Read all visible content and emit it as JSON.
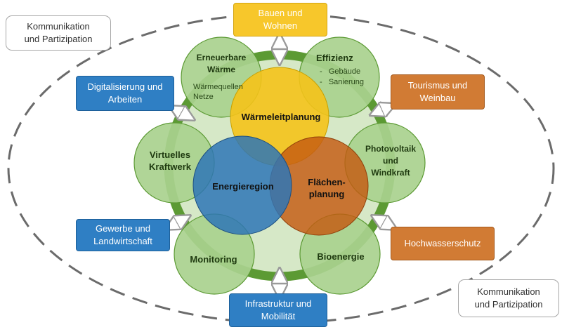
{
  "outer_ellipse": {
    "label_top_left": "Kommunikation\nund Partizipation",
    "label_bottom_right": "Kommunikation\nund Partizipation"
  },
  "sectors": {
    "bauen": "Bauen und\nWohnen",
    "digitalisierung": "Digitalisierung und\nArbeiten",
    "tourismus": "Tourismus und\nWeinbau",
    "gewerbe": "Gewerbe und\nLandwirtschaft",
    "hochwasser": "Hochwasserschutz",
    "infrastruktur": "Infrastruktur und\nMobilität"
  },
  "ring_topics": {
    "erneuerbare_title": "Erneuerbare\nWärme",
    "erneuerbare_detail": "Wärmequellen\nNetze",
    "effizienz_title": "Effizienz",
    "effizienz_items": [
      "Gebäude",
      "Sanierung"
    ],
    "virtuelles": "Virtuelles\nKraftwerk",
    "photovoltaik": "Photovoltaik\nund\nWindkraft",
    "monitoring": "Monitoring",
    "bioenergie": "Bioenergie"
  },
  "core": {
    "waermeleitplanung": "Wärmeleitplanung",
    "energieregion": "Energieregion",
    "flaechenplanung": "Flächen-\nplanung"
  },
  "colors": {
    "ring_green": "#5c9a34",
    "circle_green": "#a9d18e",
    "core_yellow": "#f5c319",
    "core_blue": "#2e75b6",
    "core_orange": "#c55a11",
    "sector_blue": "#2f7fc4",
    "sector_orange": "#d17b34",
    "sector_yellow": "#f7c72b"
  }
}
